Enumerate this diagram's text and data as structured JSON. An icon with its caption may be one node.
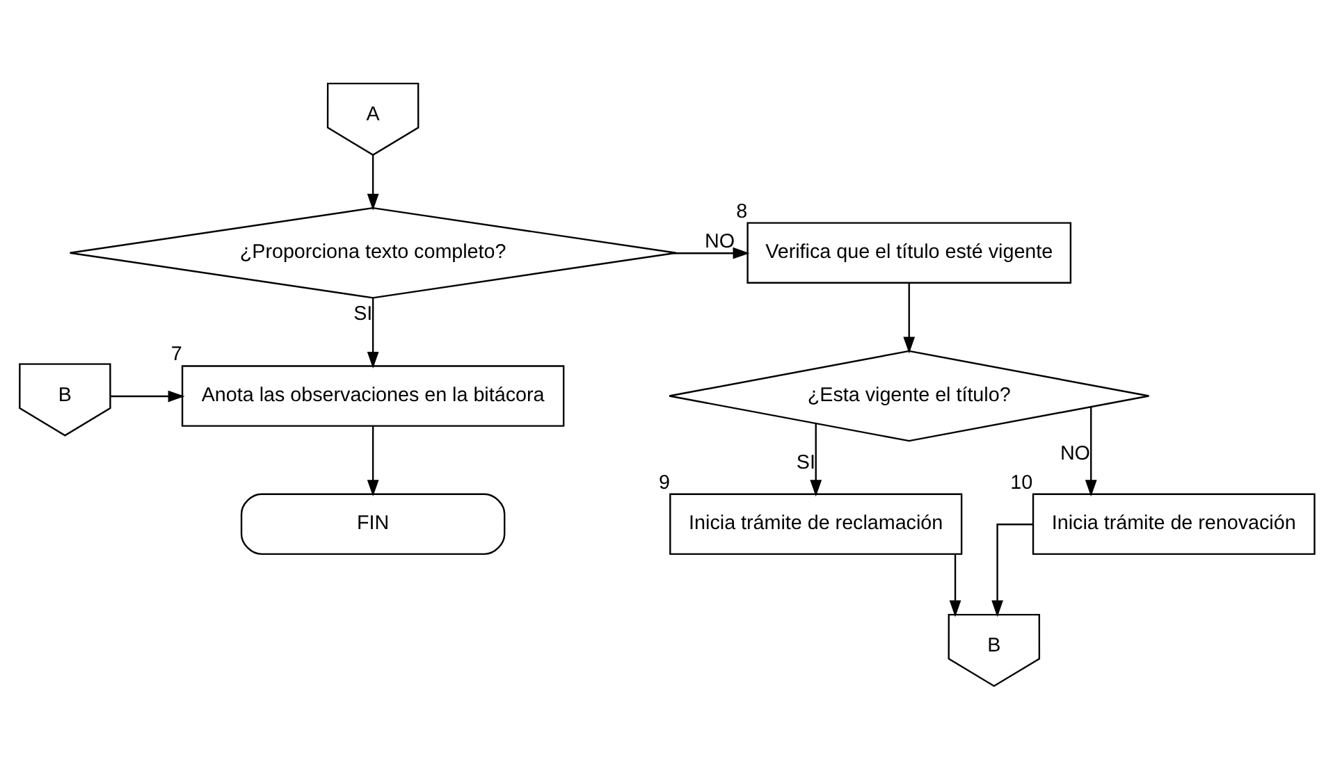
{
  "diagram": {
    "nodes": [
      {
        "text": [
          "A"
        ]
      },
      {
        "text": [
          "¿Proporciona texto completo?"
        ]
      },
      {
        "text": [
          "Verifica que el título esté vigente"
        ],
        "beside": [
          "8"
        ]
      },
      {
        "text": [
          "B"
        ]
      },
      {
        "text": [
          "Anota las observaciones en la bitácora"
        ],
        "beside": [
          "7"
        ]
      },
      {
        "text": [
          "¿Esta vigente el título?"
        ]
      },
      {
        "text": [
          "FIN"
        ]
      },
      {
        "text": [
          "Inicia trámite de reclamación"
        ],
        "beside": [
          "9"
        ]
      },
      {
        "text": [
          "Inicia trámite de renovación"
        ],
        "beside": [
          "10"
        ]
      },
      {
        "text": [
          "B"
        ]
      }
    ],
    "edges": [
      {
        "from": 0,
        "to": 1,
        "arrow": "to"
      },
      {
        "from": 1,
        "to": 2,
        "arrow": "to",
        "label": "NO"
      },
      {
        "from": 1,
        "to": 4,
        "arrow": "to",
        "label": "SI"
      },
      {
        "from": 3,
        "to": 4,
        "arrow": "to"
      },
      {
        "from": 2,
        "to": 5,
        "arrow": "to"
      },
      {
        "from": 4,
        "to": 6,
        "arrow": "to"
      },
      {
        "from": 5,
        "to": 7,
        "arrow": "to",
        "label": "SI"
      },
      {
        "from": 5,
        "to": 8,
        "arrow": "to",
        "label": "NO"
      },
      {
        "from": 7,
        "to": 9,
        "arrow": "to"
      },
      {
        "from": 8,
        "to": 9,
        "arrow": "to"
      }
    ]
  }
}
